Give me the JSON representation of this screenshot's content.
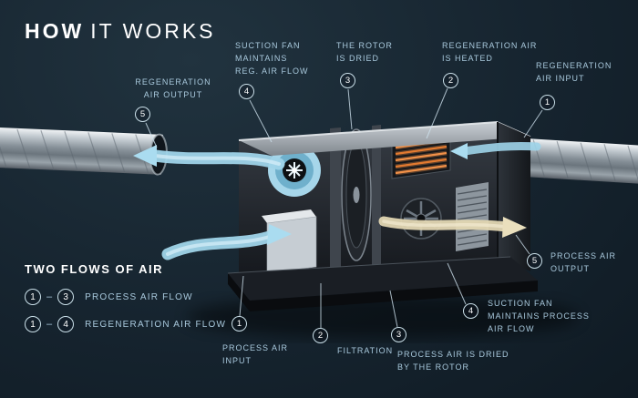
{
  "title": {
    "emphasis": "HOW",
    "rest": "IT WORKS"
  },
  "callouts": {
    "reg_output": {
      "num": "5",
      "lines": [
        "REGENERATION",
        "AIR OUTPUT"
      ]
    },
    "suction_reg": {
      "num": "4",
      "lines": [
        "SUCTION FAN",
        "MAINTAINS",
        "REG. AIR FLOW"
      ]
    },
    "rotor_dried": {
      "num": "3",
      "lines": [
        "THE ROTOR",
        "IS DRIED"
      ]
    },
    "reg_heated": {
      "num": "2",
      "lines": [
        "REGENERATION AIR",
        "IS HEATED"
      ]
    },
    "reg_input": {
      "num": "1",
      "lines": [
        "REGENERATION",
        "AIR INPUT"
      ]
    },
    "proc_input": {
      "num": "1",
      "lines": [
        "PROCESS AIR",
        "INPUT"
      ]
    },
    "filtration": {
      "num": "2",
      "lines": [
        "FILTRATION"
      ]
    },
    "proc_dried": {
      "num": "3",
      "lines": [
        "PROCESS AIR IS DRIED",
        "BY THE ROTOR"
      ]
    },
    "suction_proc": {
      "num": "4",
      "lines": [
        "SUCTION FAN",
        "MAINTAINS PROCESS",
        "AIR FLOW"
      ]
    },
    "proc_output": {
      "num": "5",
      "lines": [
        "PROCESS AIR",
        "OUTPUT"
      ]
    }
  },
  "legend": {
    "title": "TWO FLOWS OF AIR",
    "rows": [
      {
        "from": "1",
        "sep": "–",
        "to": "3",
        "label": "PROCESS AIR FLOW"
      },
      {
        "from": "1",
        "sep": "–",
        "to": "4",
        "label": "REGENERATION AIR FLOW"
      }
    ]
  },
  "colors": {
    "background": "#16242f",
    "label_blue": "#a9c9dd",
    "circle_border": "#d6ecf6",
    "flow_blue": "#9fd4e9",
    "heater_orange": "#f09048",
    "process_out_beige": "#e2d6b2"
  }
}
